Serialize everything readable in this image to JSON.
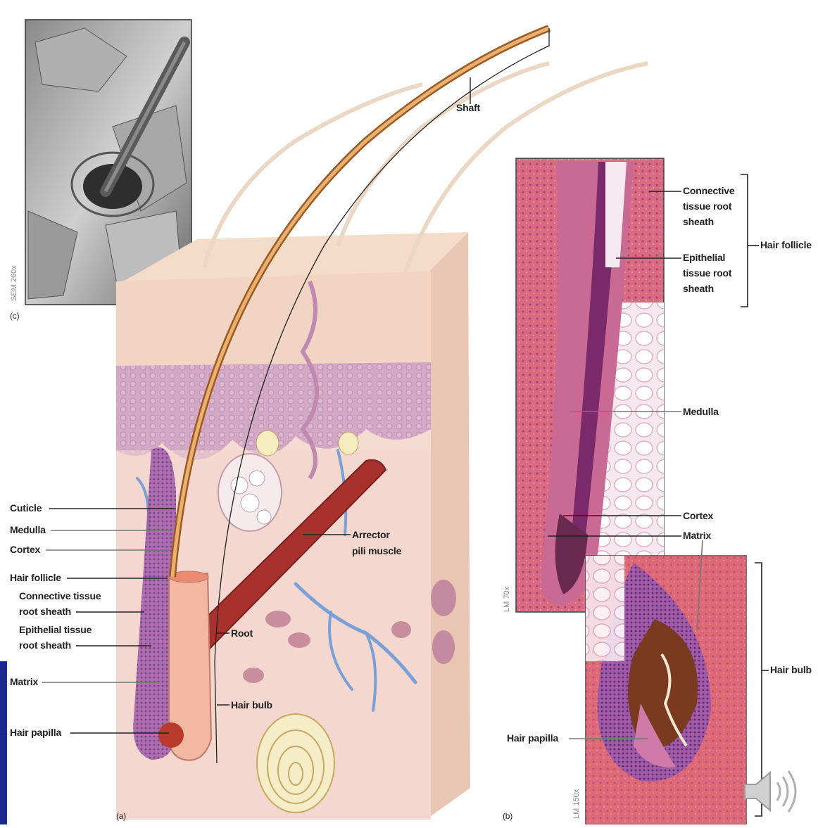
{
  "panels": {
    "a": "(a)",
    "b": "(b)",
    "c": "(c)"
  },
  "magnifications": {
    "sem": "SEM 260x",
    "lm_top": "LM 70x",
    "lm_bottom": "LM 150x"
  },
  "labels_left": {
    "cuticle": "Cuticle",
    "medulla": "Medulla",
    "cortex": "Cortex",
    "hair_follicle": "Hair follicle",
    "connective_1": "Connective tissue",
    "connective_2": "root sheath",
    "epithelial_1": "Epithelial tissue",
    "epithelial_2": "root sheath",
    "matrix": "Matrix",
    "hair_papilla": "Hair papilla"
  },
  "labels_center": {
    "shaft": "Shaft",
    "arrector_1": "Arrector",
    "arrector_2": "pili muscle",
    "root": "Root",
    "hair_bulb": "Hair bulb"
  },
  "labels_right": {
    "connective_1": "Connective",
    "connective_2": "tissue root",
    "connective_3": "sheath",
    "epithelial_1": "Epithelial",
    "epithelial_2": "tissue root",
    "epithelial_3": "sheath",
    "hair_follicle": "Hair follicle",
    "medulla": "Medulla",
    "cortex": "Cortex",
    "matrix": "Matrix",
    "hair_bulb": "Hair bulb",
    "hair_papilla": "Hair papilla"
  },
  "colors": {
    "skin_light": "#f3d9c9",
    "dermis": "#f1d3cb",
    "epidermis_purple": "#c99ac0",
    "hair": "#d49a52",
    "muscle": "#a8302d",
    "vessel_blue": "#7aa0d8",
    "histo_pink": "#d8607a",
    "histo_purple": "#7a3a8a"
  }
}
